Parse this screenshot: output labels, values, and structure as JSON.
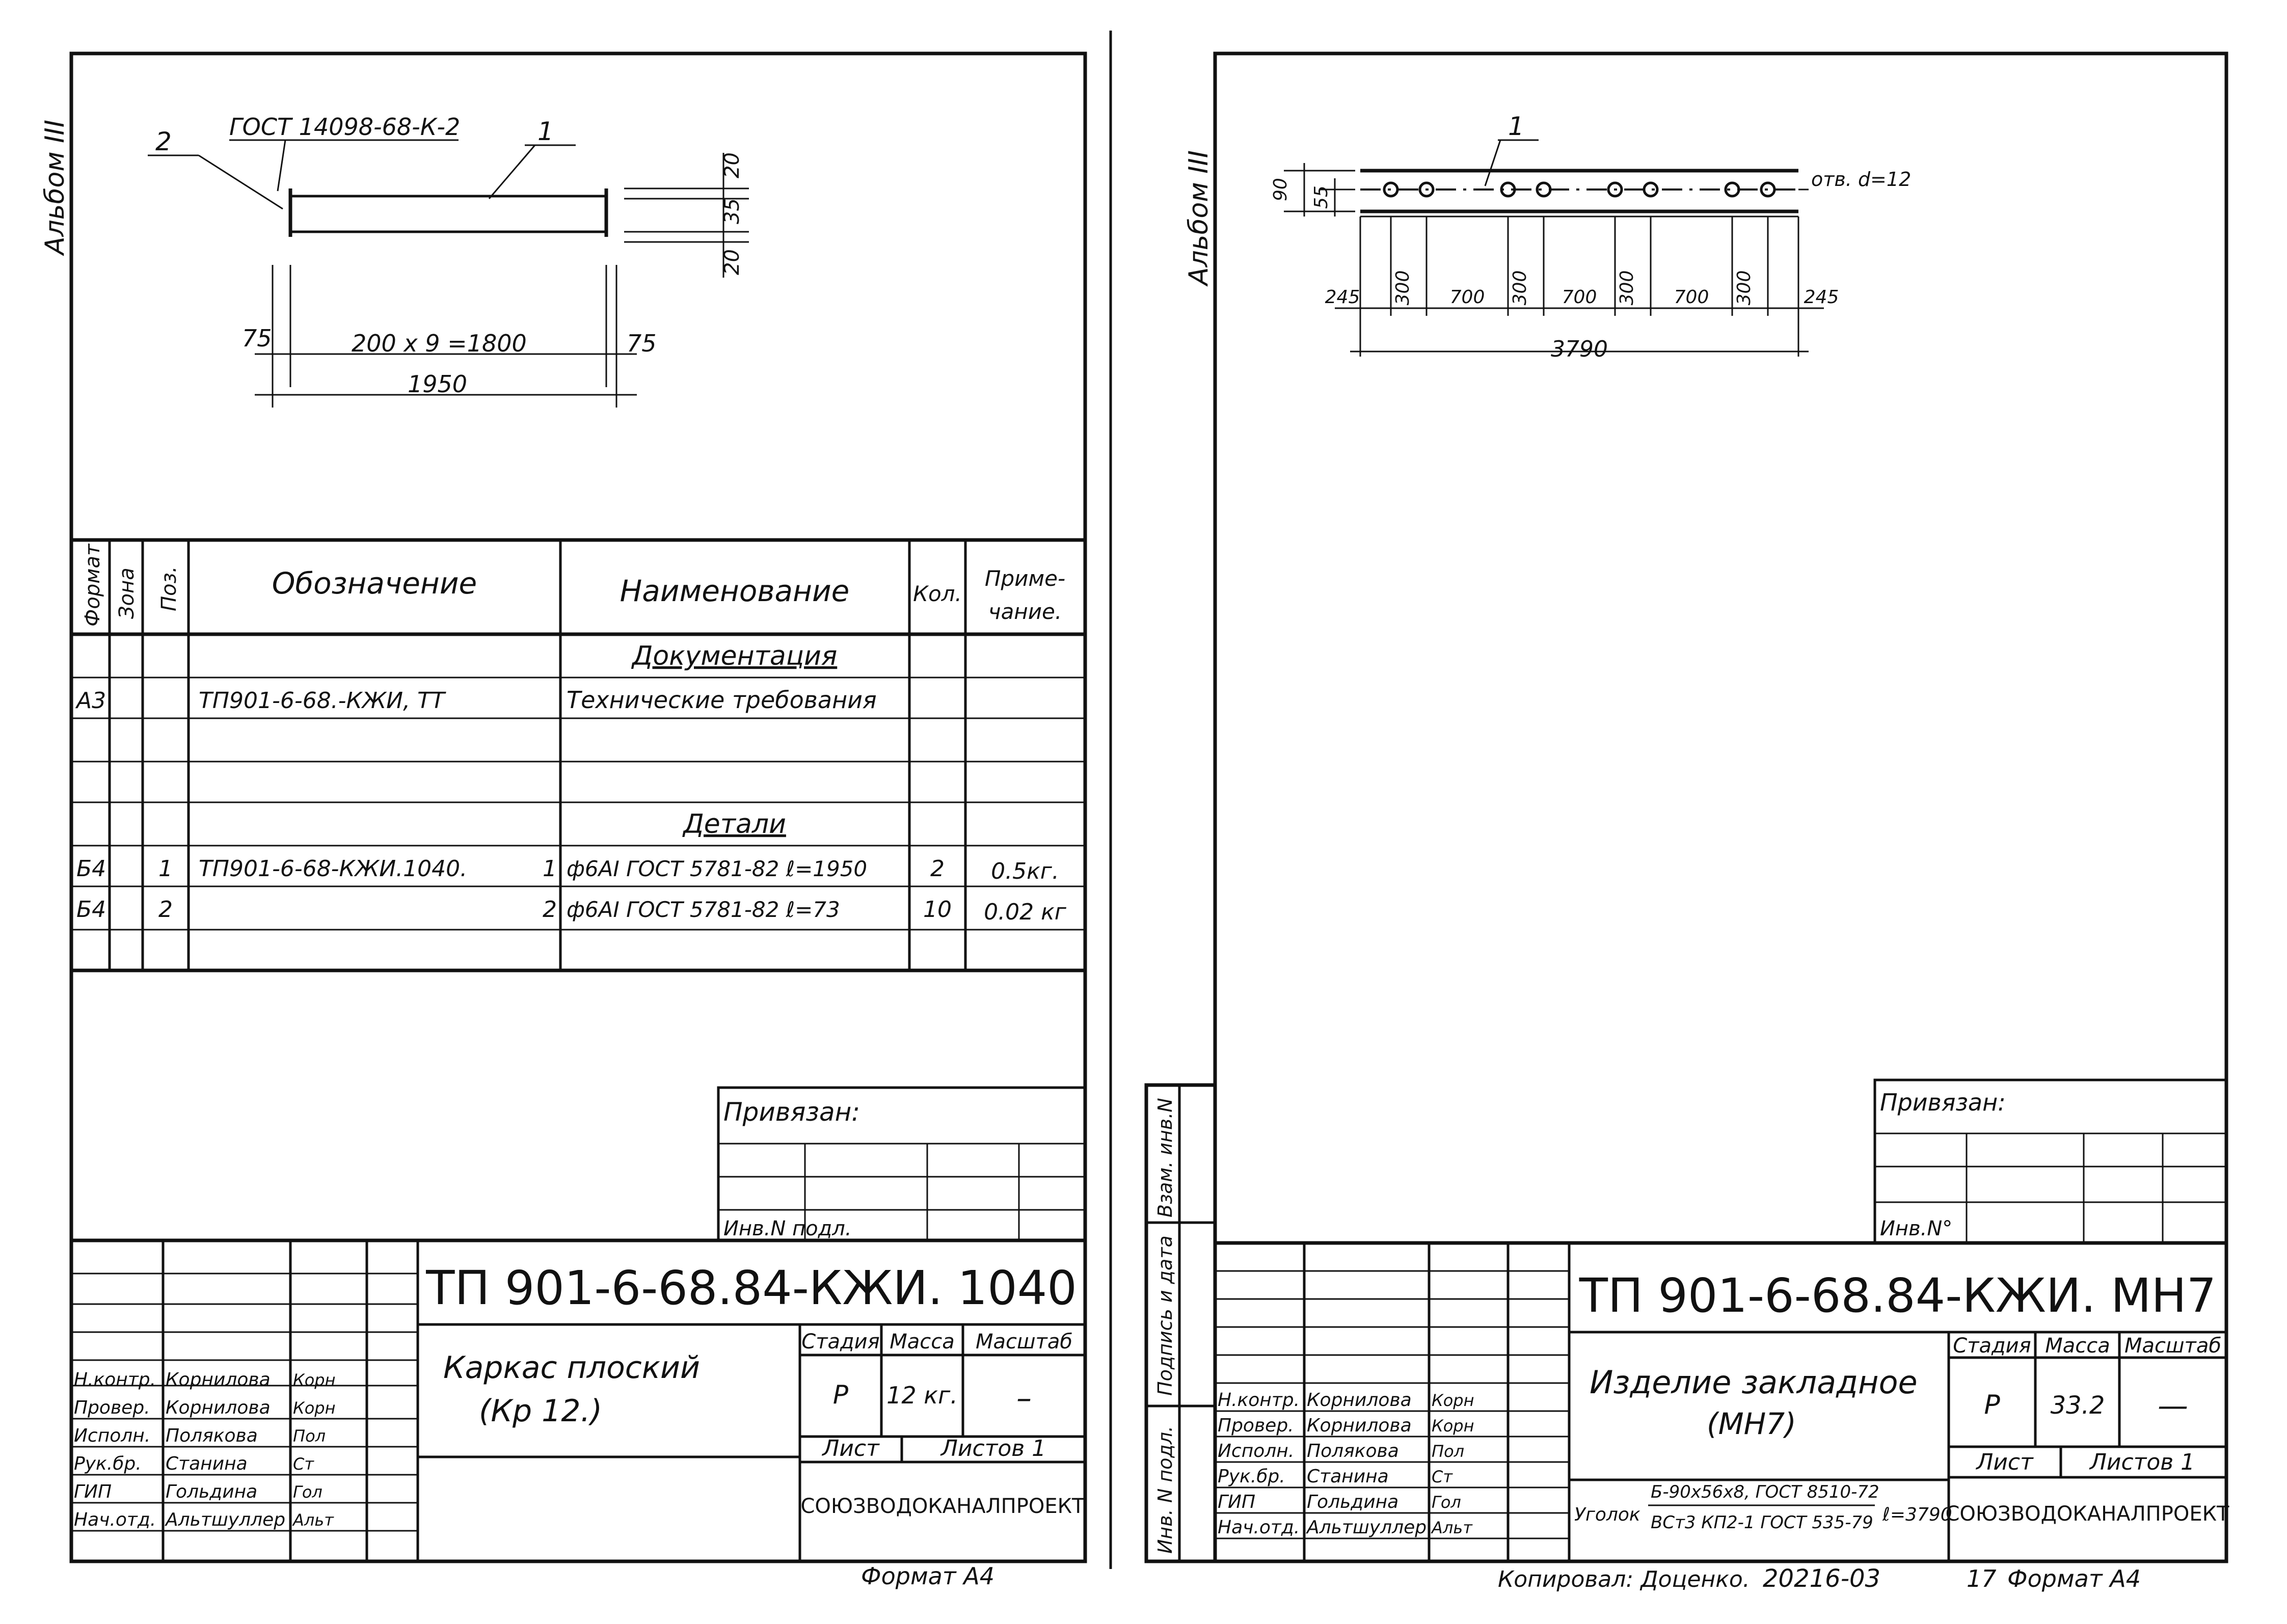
{
  "album_label": "Альбом III",
  "left_sheet": {
    "drawing": {
      "gost_label": "ГОСТ 14098-68-К-2",
      "pos1": "1",
      "pos2": "2",
      "dim_20_top": "20",
      "dim_35": "35",
      "dim_20_bottom": "20",
      "dim_75_left": "75",
      "dim_inner": "200 x 9 =1800",
      "dim_75_right": "75",
      "dim_total": "1950"
    },
    "spec_header": {
      "format": "Формат",
      "zone": "Зона",
      "pos": "Поз.",
      "designation": "Обозначение",
      "name": "Наименование",
      "qty": "Кол.",
      "note_line1": "Приме-",
      "note_line2": "чание."
    },
    "spec_rows": {
      "doc_section": "Документация",
      "row1_format": "А3",
      "row1_designation": "ТП901-6-68.-КЖИ, ТТ",
      "row1_name": "Технические требования",
      "det_section": "Детали",
      "row2_format": "Б4",
      "row2_pos": "1",
      "row2_designation": "ТП901-6-68-КЖИ.1040.",
      "row2_desig_num": "1",
      "row2_name": "ф6АI ГОСТ 5781-82 ℓ=1950",
      "row2_qty": "2",
      "row2_note": "0.5кг.",
      "row3_format": "Б4",
      "row3_pos": "2",
      "row3_desig_num": "2",
      "row3_name": "ф6АI ГОСТ 5781-82 ℓ=73",
      "row3_qty": "10",
      "row3_note": "0.02 кг"
    },
    "privyazan": "Привязан:",
    "inv_podl": "Инв.N подл.",
    "doc_code": "ТП 901-6-68.84-КЖИ. 1040",
    "title_line1": "Каркас плоский",
    "title_line2": "(Кр 12.)",
    "stage_label": "Стадия",
    "mass_label": "Масса",
    "scale_label": "Масштаб",
    "stage": "Р",
    "mass": "12 кг.",
    "scale": "–",
    "sheet_label": "Лист",
    "sheets_label": "Листов 1",
    "org": "СОЮЗВОДОКАНАЛПРОЕКТ",
    "format": "Формат А4",
    "people": [
      {
        "role": "Н.контр.",
        "name": "Корнилова",
        "sign": "Корн"
      },
      {
        "role": "Провер.",
        "name": "Корнилова",
        "sign": "Корн"
      },
      {
        "role": "Исполн.",
        "name": "Полякова",
        "sign": "Пол"
      },
      {
        "role": "Рук.бр.",
        "name": "Станина",
        "sign": "Ст"
      },
      {
        "role": "ГИП",
        "name": "Гольдина",
        "sign": "Гол"
      },
      {
        "role": "Нач.отд.",
        "name": "Альтшуллер",
        "sign": "Альт"
      }
    ]
  },
  "right_sheet": {
    "drawing": {
      "pos1": "1",
      "hole_label": "отв. d=12",
      "dim_90": "90",
      "dim_55": "55",
      "dims": [
        "245",
        "300",
        "700",
        "300",
        "700",
        "300",
        "700",
        "300",
        "245"
      ],
      "dim_total": "3790"
    },
    "side_labels": {
      "vzam": "Взам. инв.N",
      "podpis": "Подпись и дата",
      "inv": "Инв. N подл."
    },
    "privyazan": "Привязан:",
    "inv_no": "Инв.N°",
    "doc_code": "ТП 901-6-68.84-КЖИ. МН7",
    "title_line1": "Изделие закладное",
    "title_line2": "(МН7)",
    "stage_label": "Стадия",
    "mass_label": "Масса",
    "scale_label": "Масштаб",
    "stage": "Р",
    "mass": "33.2",
    "scale": "—",
    "sheet_label": "Лист",
    "sheets_label": "Листов 1",
    "material_prefix": "Уголок",
    "material_line1": "Б-90х56х8, ГОСТ 8510-72",
    "material_line2": "ВСт3 КП2-1 ГОСТ 535-79",
    "material_length": "ℓ=3790",
    "org": "СОЮЗВОДОКАНАЛПРОЕКТ",
    "copied": "Копировал: Доценко.",
    "order_no": "20216-03",
    "sheet_no": "17",
    "format": "Формат А4",
    "people": [
      {
        "role": "Н.контр.",
        "name": "Корнилова",
        "sign": "Корн"
      },
      {
        "role": "Провер.",
        "name": "Корнилова",
        "sign": "Корн"
      },
      {
        "role": "Исполн.",
        "name": "Полякова",
        "sign": "Пол"
      },
      {
        "role": "Рук.бр.",
        "name": "Станина",
        "sign": "Ст"
      },
      {
        "role": "ГИП",
        "name": "Гольдина",
        "sign": "Гол"
      },
      {
        "role": "Нач.отд.",
        "name": "Альтшуллер",
        "sign": "Альт"
      }
    ]
  }
}
